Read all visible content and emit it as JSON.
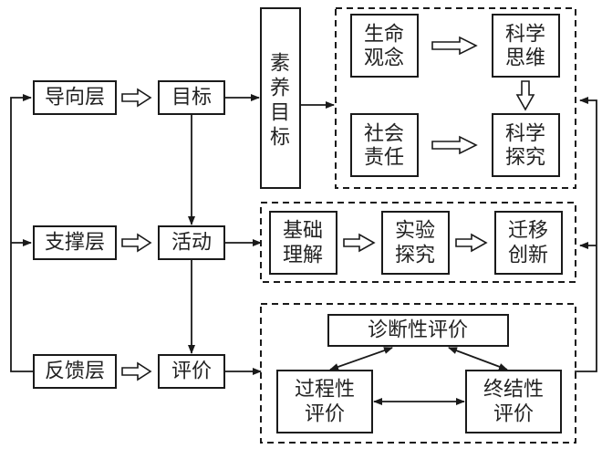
{
  "layers": {
    "guide": "导向层",
    "support": "支撑层",
    "feedback": "反馈层"
  },
  "nodes": {
    "goal": "目标",
    "activity": "活动",
    "evaluation": "评价",
    "literacy_goal": [
      "素",
      "养",
      "目",
      "标"
    ]
  },
  "literacy": {
    "life_concept": [
      "生命",
      "观念"
    ],
    "scientific_thinking": [
      "科学",
      "思维"
    ],
    "social_responsibility": [
      "社会",
      "责任"
    ],
    "scientific_inquiry": [
      "科学",
      "探究"
    ]
  },
  "activities": {
    "basic_understanding": [
      "基础",
      "理解"
    ],
    "experimental_inquiry": [
      "实验",
      "探究"
    ],
    "transfer_innovation": [
      "迁移",
      "创新"
    ]
  },
  "evaluations": {
    "diagnostic": "诊断性评价",
    "process": [
      "过程性",
      "评价"
    ],
    "summative": [
      "终结性",
      "评价"
    ]
  }
}
